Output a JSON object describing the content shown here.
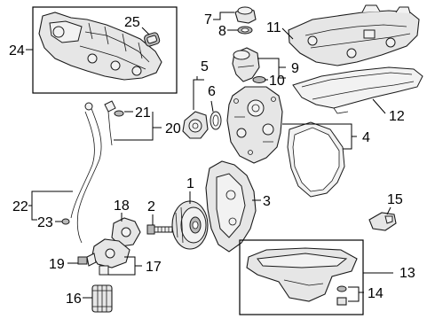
{
  "callouts": {
    "c1": "1",
    "c2": "2",
    "c3": "3",
    "c4": "4",
    "c5": "5",
    "c6": "6",
    "c7": "7",
    "c8": "8",
    "c9": "9",
    "c10": "10",
    "c11": "11",
    "c12": "12",
    "c13": "13",
    "c14": "14",
    "c15": "15",
    "c16": "16",
    "c17": "17",
    "c18": "18",
    "c19": "19",
    "c20": "20",
    "c21": "21",
    "c22": "22",
    "c23": "23",
    "c24": "24",
    "c25": "25"
  },
  "colors": {
    "line": "#000000",
    "part_fill": "#e6e6e6",
    "background": "#ffffff"
  }
}
